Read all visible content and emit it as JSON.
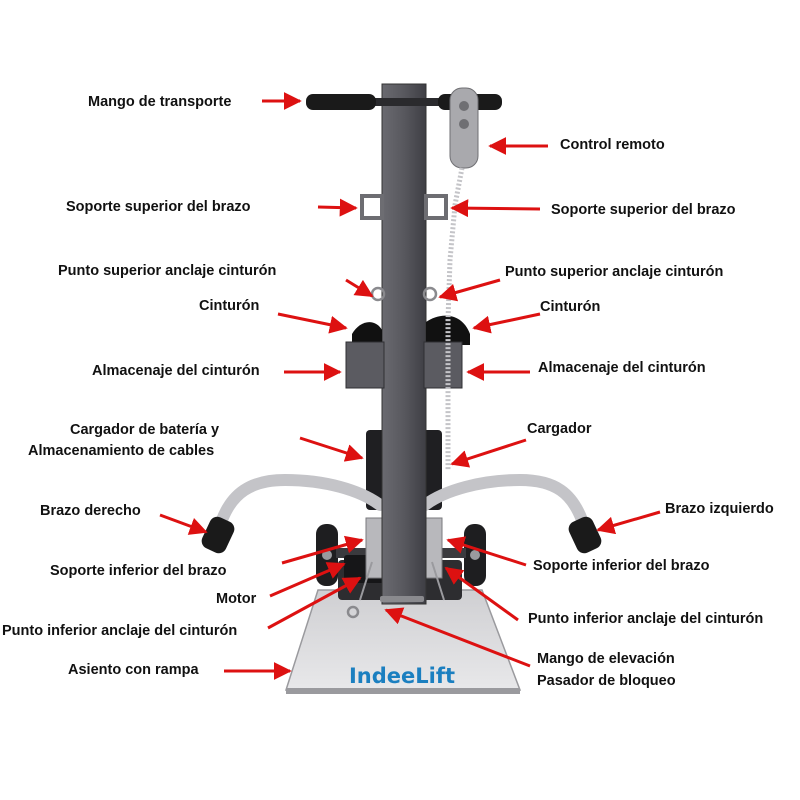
{
  "brand": "IndeeLift",
  "colors": {
    "arrow": "#dd1111",
    "column": "#55555a",
    "plate": "#dcdcdc",
    "brand": "#1b7fc0",
    "grip": "#1a1a1a",
    "remote": "#a9a9ad"
  },
  "labels": {
    "carry_handle": "Mango de transporte",
    "remote_control": "Control remoto",
    "upper_arm_support_left": "Soporte superior del brazo",
    "upper_arm_support_right": "Soporte superior del brazo",
    "upper_belt_anchor_left": "Punto superior anclaje cinturón",
    "upper_belt_anchor_right": "Punto superior anclaje cinturón",
    "belt_left": "Cinturón",
    "belt_right": "Cinturón",
    "belt_storage_left": "Almacenaje del cinturón",
    "belt_storage_right": "Almacenaje del cinturón",
    "battery_charger_line1": "Cargador de batería y",
    "battery_charger_line2": "Almacenamiento de cables",
    "charger": "Cargador",
    "right_arm": "Brazo derecho",
    "left_arm": "Brazo izquierdo",
    "lower_arm_support_left": "Soporte inferior del brazo",
    "lower_arm_support_right": "Soporte inferior del brazo",
    "motor": "Motor",
    "lower_belt_anchor_left": "Punto inferior anclaje del cinturón",
    "lower_belt_anchor_right": "Punto inferior anclaje del cinturón",
    "seat_ramp": "Asiento con rampa",
    "lift_handle": "Mango de elevación",
    "locking_pin": "Pasador de bloqueo"
  }
}
